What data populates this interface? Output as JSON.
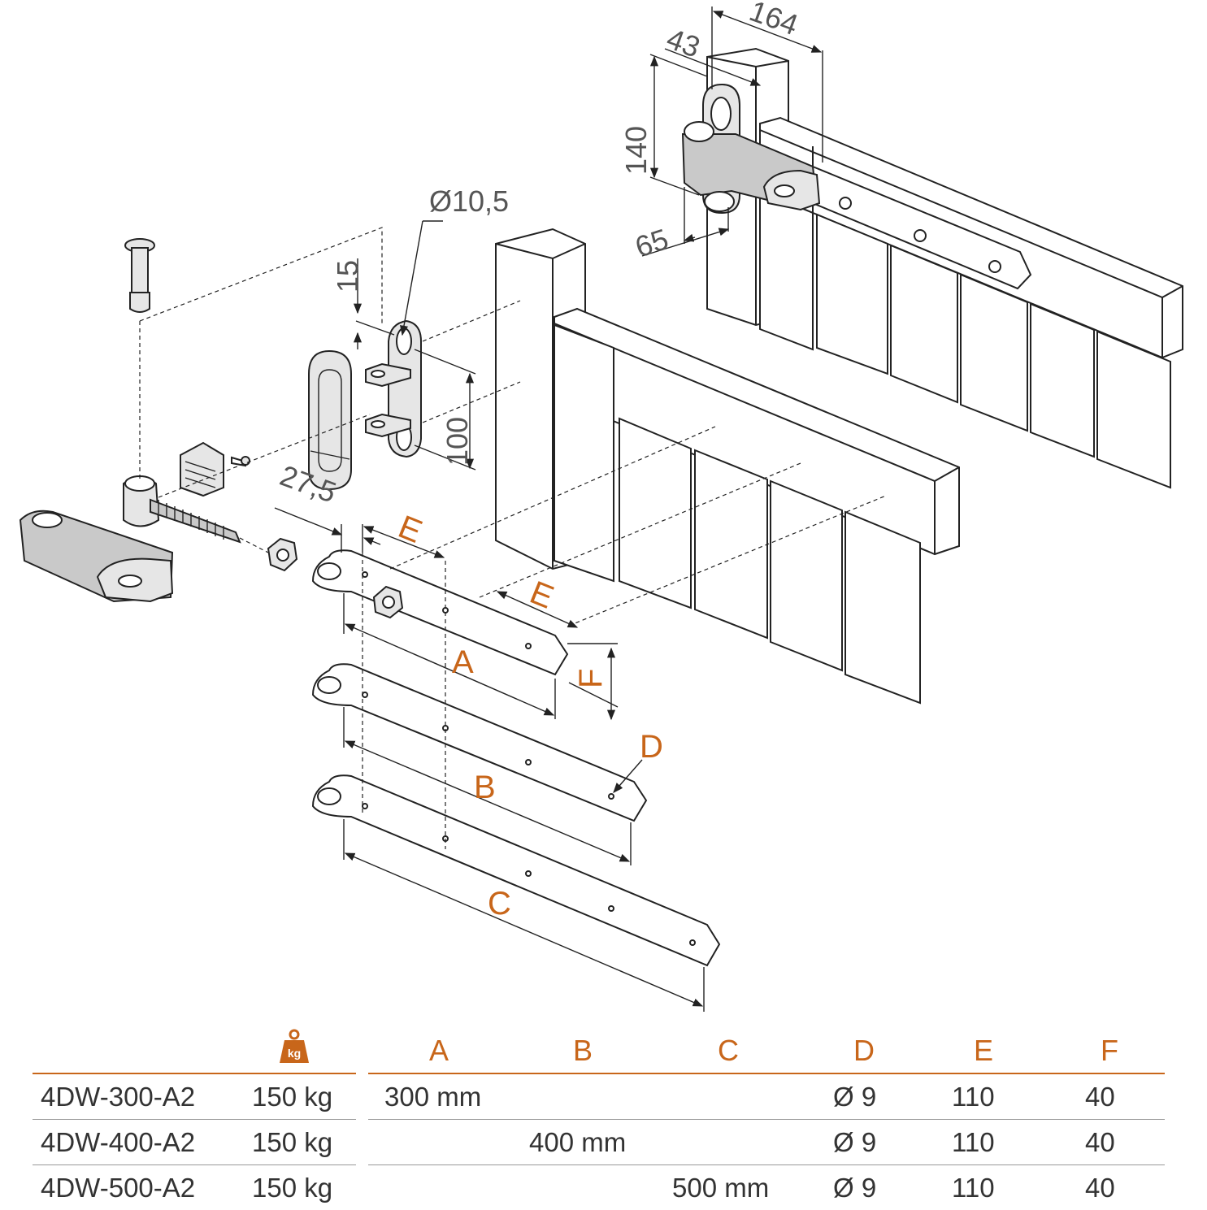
{
  "diagram": {
    "dimensions": {
      "d164": "164",
      "d43": "43",
      "d140": "140",
      "d65": "65",
      "d15": "15",
      "d10_5": "Ø10,5",
      "d100": "100",
      "d27_5": "27,5"
    },
    "letters": {
      "a": "A",
      "b": "B",
      "c": "C",
      "d": "D",
      "e1": "E",
      "e2": "E",
      "f": "F"
    }
  },
  "table": {
    "weight_icon": "weight-kg-icon",
    "weight_icon_text": "kg",
    "headers": [
      "A",
      "B",
      "C",
      "D",
      "E",
      "F"
    ],
    "rows": [
      {
        "model": "4DW-300-A2",
        "load": "150 kg",
        "a": "300 mm",
        "b": "",
        "c": "",
        "d": "Ø 9",
        "e": "110",
        "f": "40"
      },
      {
        "model": "4DW-400-A2",
        "load": "150 kg",
        "a": "",
        "b": "400 mm",
        "c": "",
        "d": "Ø 9",
        "e": "110",
        "f": "40"
      },
      {
        "model": "4DW-500-A2",
        "load": "150 kg",
        "a": "",
        "b": "",
        "c": "500 mm",
        "d": "Ø 9",
        "e": "110",
        "f": "40"
      }
    ],
    "accent_color": "#c8661a"
  }
}
